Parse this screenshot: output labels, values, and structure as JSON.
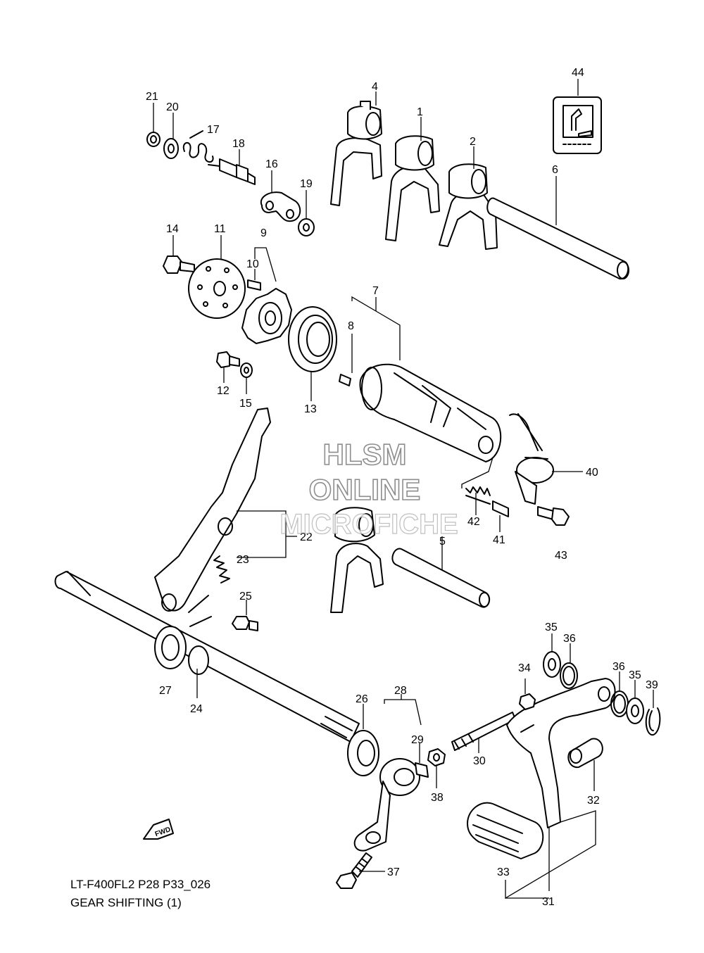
{
  "model_code": "LT-F400FL2 P28 P33_026",
  "section_title": "GEAR SHIFTING (1)",
  "watermark": {
    "line1": "HLSM",
    "line2": "ONLINE",
    "line3": "MICROFICHE"
  },
  "fwd_label": "FWD",
  "callouts": {
    "c1": "1",
    "c2": "2",
    "c4": "4",
    "c5": "5",
    "c6": "6",
    "c7": "7",
    "c8": "8",
    "c9": "9",
    "c10": "10",
    "c11": "11",
    "c12": "12",
    "c13": "13",
    "c14": "14",
    "c15": "15",
    "c16": "16",
    "c17": "17",
    "c18": "18",
    "c19": "19",
    "c20": "20",
    "c21": "21",
    "c22": "22",
    "c23": "23",
    "c24": "24",
    "c25": "25",
    "c26": "26",
    "c27": "27",
    "c28": "28",
    "c29": "29",
    "c30": "30",
    "c31": "31",
    "c32": "32",
    "c33": "33",
    "c34": "34",
    "c35a": "35",
    "c35b": "35",
    "c36a": "36",
    "c36b": "36",
    "c37": "37",
    "c38": "38",
    "c39": "39",
    "c40": "40",
    "c41": "41",
    "c42": "42",
    "c43": "43",
    "c44": "44"
  }
}
